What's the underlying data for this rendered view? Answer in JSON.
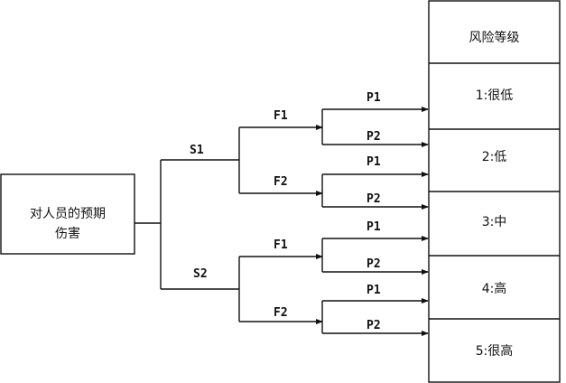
{
  "root": {
    "label": "对人员的预期伤害"
  },
  "s_labels": [
    "S1",
    "S2"
  ],
  "f_labels": [
    "F1",
    "F2",
    "F1",
    "F2"
  ],
  "p_labels": [
    "P1",
    "P2",
    "P1",
    "P2",
    "P1",
    "P2",
    "P1",
    "P2"
  ],
  "risk": {
    "header": "风险等级",
    "levels": [
      "1:很低",
      "2:低",
      "3:中",
      "4:高",
      "5:很高"
    ]
  }
}
